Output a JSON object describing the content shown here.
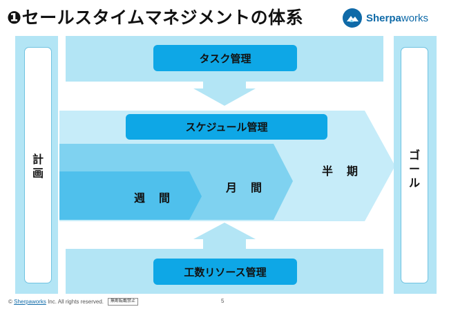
{
  "title": "❶セールスタイムマネジメントの体系",
  "logo": {
    "bold": "Sherpa",
    "light": "works"
  },
  "left_label": [
    "計",
    "画"
  ],
  "right_label": [
    "ゴ",
    "ー",
    "ル"
  ],
  "boxes": {
    "task": "タスク管理",
    "schedule": "スケジュール管理",
    "resource": "工数リソース管理"
  },
  "periods": {
    "weekly": "週間",
    "monthly": "月間",
    "halfyear": "半期"
  },
  "footer": {
    "copyright_symbol": "©",
    "link": "Sherpaworks",
    "rest": "Inc. All rights reserved.",
    "stamp": "無断転載禁止"
  },
  "page_number": "5",
  "colors": {
    "light_bar": "#b3e5f5",
    "arrow_light": "#c6ecf9",
    "arrow_mid": "#7fd2f0",
    "arrow_dark": "#4fc0ec",
    "box": "#0ea7e6"
  }
}
